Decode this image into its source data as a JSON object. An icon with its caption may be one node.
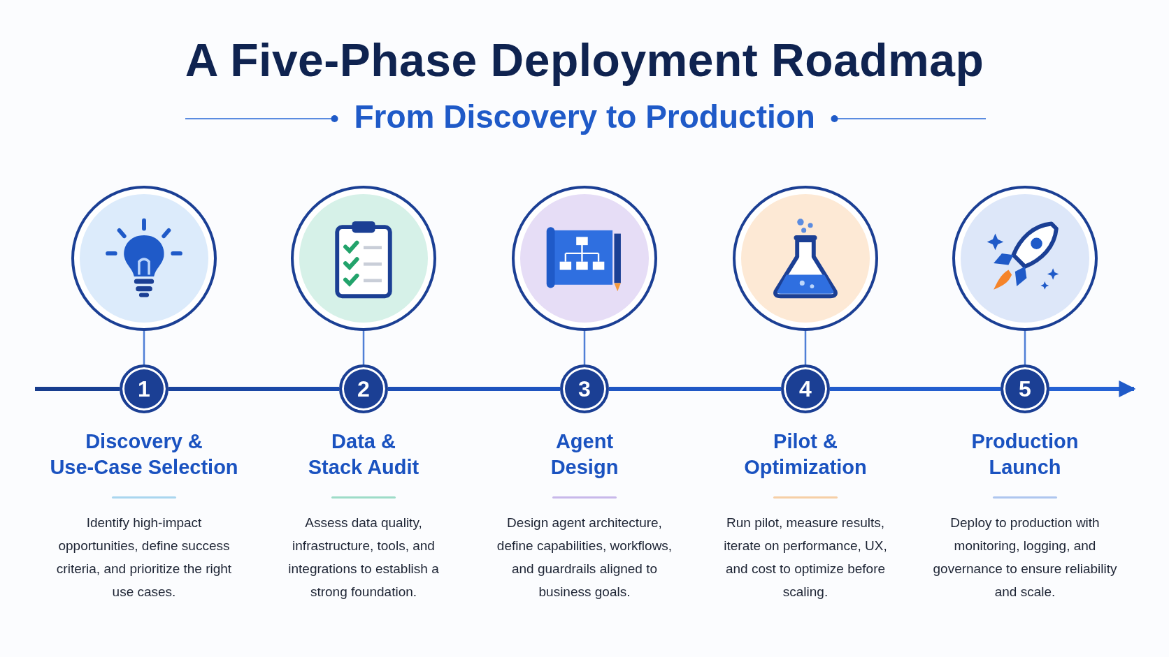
{
  "diagram": {
    "title": "A Five-Phase Deployment Roadmap",
    "nodes": [
      {
        "text": [],
        "shape": "circle"
      },
      {
        "text": [
          "1"
        ],
        "beside": [
          "Discovery & Use-Case Selection",
          "Identify high-impact opportunities, define success criteria, and prioritize the right use cases."
        ]
      },
      {
        "text": [],
        "shape": "circle"
      },
      {
        "text": [
          "2"
        ],
        "beside": [
          "Data & Stack Audit",
          "Assess data quality, infrastructure, tools, and integrations to establish a strong foundation."
        ]
      },
      {
        "text": [],
        "shape": "circle"
      },
      {
        "text": [
          "3"
        ],
        "beside": [
          "Agent Design",
          "Design agent architecture, define capabilities, workflows, and guardrails aligned to business goals."
        ]
      },
      {
        "text": [],
        "shape": "circle"
      },
      {
        "text": [
          "4"
        ],
        "beside": [
          "Pilot & Optimization",
          "Run pilot, measure results, iterate on performance, UX, and cost to optimize before scaling."
        ]
      },
      {
        "text": [],
        "shape": "circle"
      },
      {
        "text": [
          "5"
        ],
        "beside": [
          "Production Launch",
          "Deploy to production with monitoring, logging, and governance to ensure reliability and scale."
        ]
      }
    ],
    "edges": [
      {
        "from": null,
        "to": 1,
        "arrow": "none"
      },
      {
        "from": 1,
        "to": 3,
        "arrow": "none"
      },
      {
        "from": 3,
        "to": 5,
        "arrow": "none"
      },
      {
        "from": 5,
        "to": 7,
        "arrow": "none"
      },
      {
        "from": 7,
        "to": 9,
        "arrow": "none"
      },
      {
        "from": 9,
        "to": null,
        "arrow": "to"
      },
      {
        "from": 0,
        "to": 1,
        "arrow": "none"
      },
      {
        "from": 2,
        "to": 3,
        "arrow": "none"
      },
      {
        "from": 4,
        "to": 5,
        "arrow": "none"
      },
      {
        "from": 6,
        "to": 7,
        "arrow": "none"
      },
      {
        "from": 8,
        "to": 9,
        "arrow": "none"
      }
    ],
    "labels": [
      "From Discovery to Production"
    ]
  }
}
